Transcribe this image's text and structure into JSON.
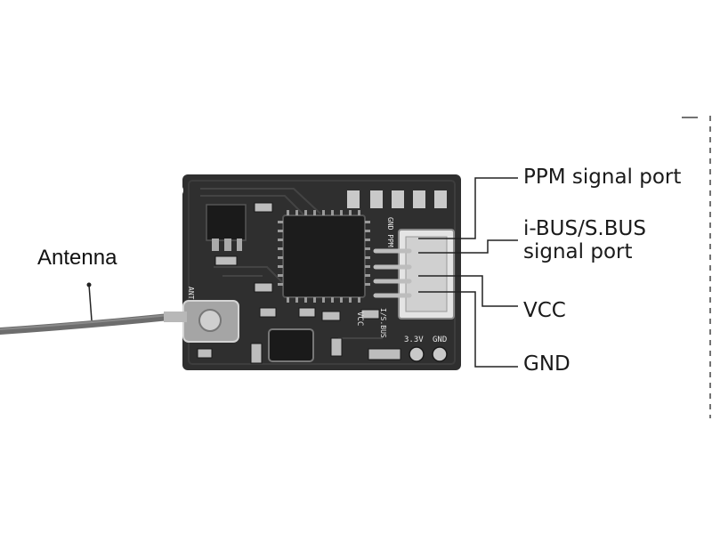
{
  "labels": {
    "antenna": "Antenna",
    "ppm": "PPM signal port",
    "ibus": "i-BUS/S.BUS\nsignal port",
    "vcc": "VCC",
    "gnd": "GND"
  },
  "board_marks": {
    "gnd_ppm": "GND PPM",
    "vcc": "VCC",
    "sbus": "I/S.BUS",
    "v33": "3.3V",
    "gnd": "GND",
    "ant": "ANT"
  },
  "colors": {
    "pcb": "#2f2f2f",
    "pad": "#c9c9c9",
    "antenna_cable": "#6d6d6d",
    "leader_line": "#222222"
  }
}
